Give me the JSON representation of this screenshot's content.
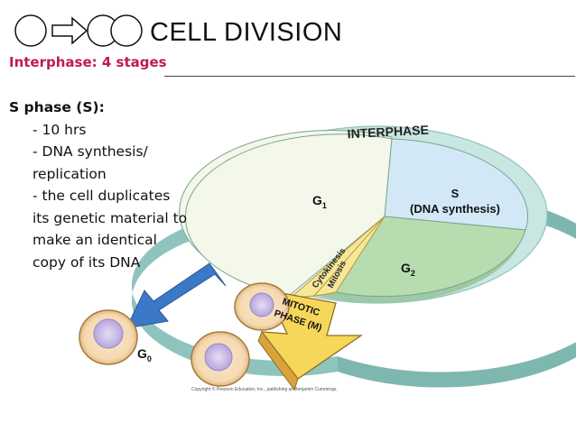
{
  "header": {
    "title": "CELL DIVISION",
    "subtitle": "Interphase: 4 stages"
  },
  "text": {
    "heading": "S phase (S):",
    "lines": [
      "- 10 hrs",
      "- DNA synthesis/",
      "replication",
      "- the cell duplicates",
      "its genetic material to",
      "make an identical",
      "copy of its DNA"
    ]
  },
  "diagram": {
    "ring_label": "INTERPHASE",
    "g1": "G",
    "g1_sub": "1",
    "s": "S",
    "s_detail": "(DNA synthesis)",
    "g2": "G",
    "g2_sub": "2",
    "cytokinesis": "Cytokinesis",
    "mitosis": "Mitosis",
    "mitotic_1": "MITOTIC",
    "mitotic_2": "PHASE (M)",
    "g0": "G",
    "g0_sub": "0",
    "copyright": "Copyright © Pearson Education, Inc., publishing as Benjamin Cummings."
  },
  "colors": {
    "subtitle": "#c0185a",
    "ring": "#c8e6e2",
    "ring_dark": "#8fc4be",
    "g1_sector": "#f3f8ea",
    "s_sector": "#d3e8f7",
    "g2_sector": "#b6dcb0",
    "m_sector": "#f6e79a",
    "arrow_blue": "#3c78c8",
    "arrow_yellow": "#f7d75a"
  }
}
